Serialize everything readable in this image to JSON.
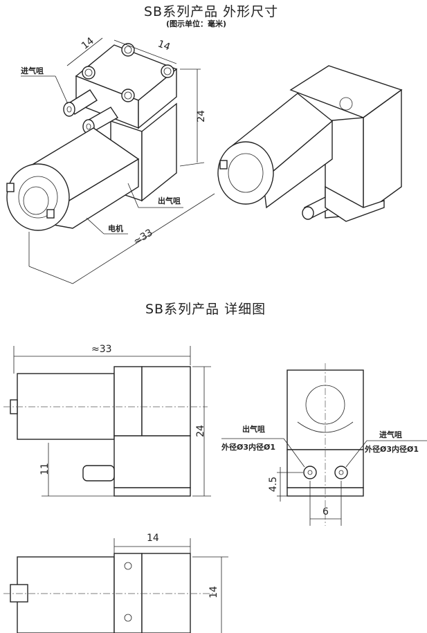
{
  "titles": {
    "outline": "SB系列产品 外形尺寸",
    "unit_note": "(图示单位：毫米)",
    "detail": "SB系列产品  详细图"
  },
  "iso_view": {
    "dim_width": "14",
    "dim_depth": "14",
    "dim_height": "24",
    "dim_length": "≈33",
    "label_inlet": "进气咀",
    "label_outlet": "出气咀",
    "label_motor": "电机"
  },
  "front_view": {
    "dim_length": "≈33",
    "dim_height": "24",
    "dim_nozzle_height": "11"
  },
  "side_view": {
    "label_outlet": "出气咀",
    "outlet_spec": "外径Ø3内径Ø1",
    "label_inlet": "进气咀",
    "inlet_spec": "外径Ø3内径Ø1",
    "dim_nozzle_height": "4.5",
    "dim_nozzle_spacing": "6"
  },
  "top_view": {
    "dim_width": "14",
    "dim_depth": "14"
  }
}
